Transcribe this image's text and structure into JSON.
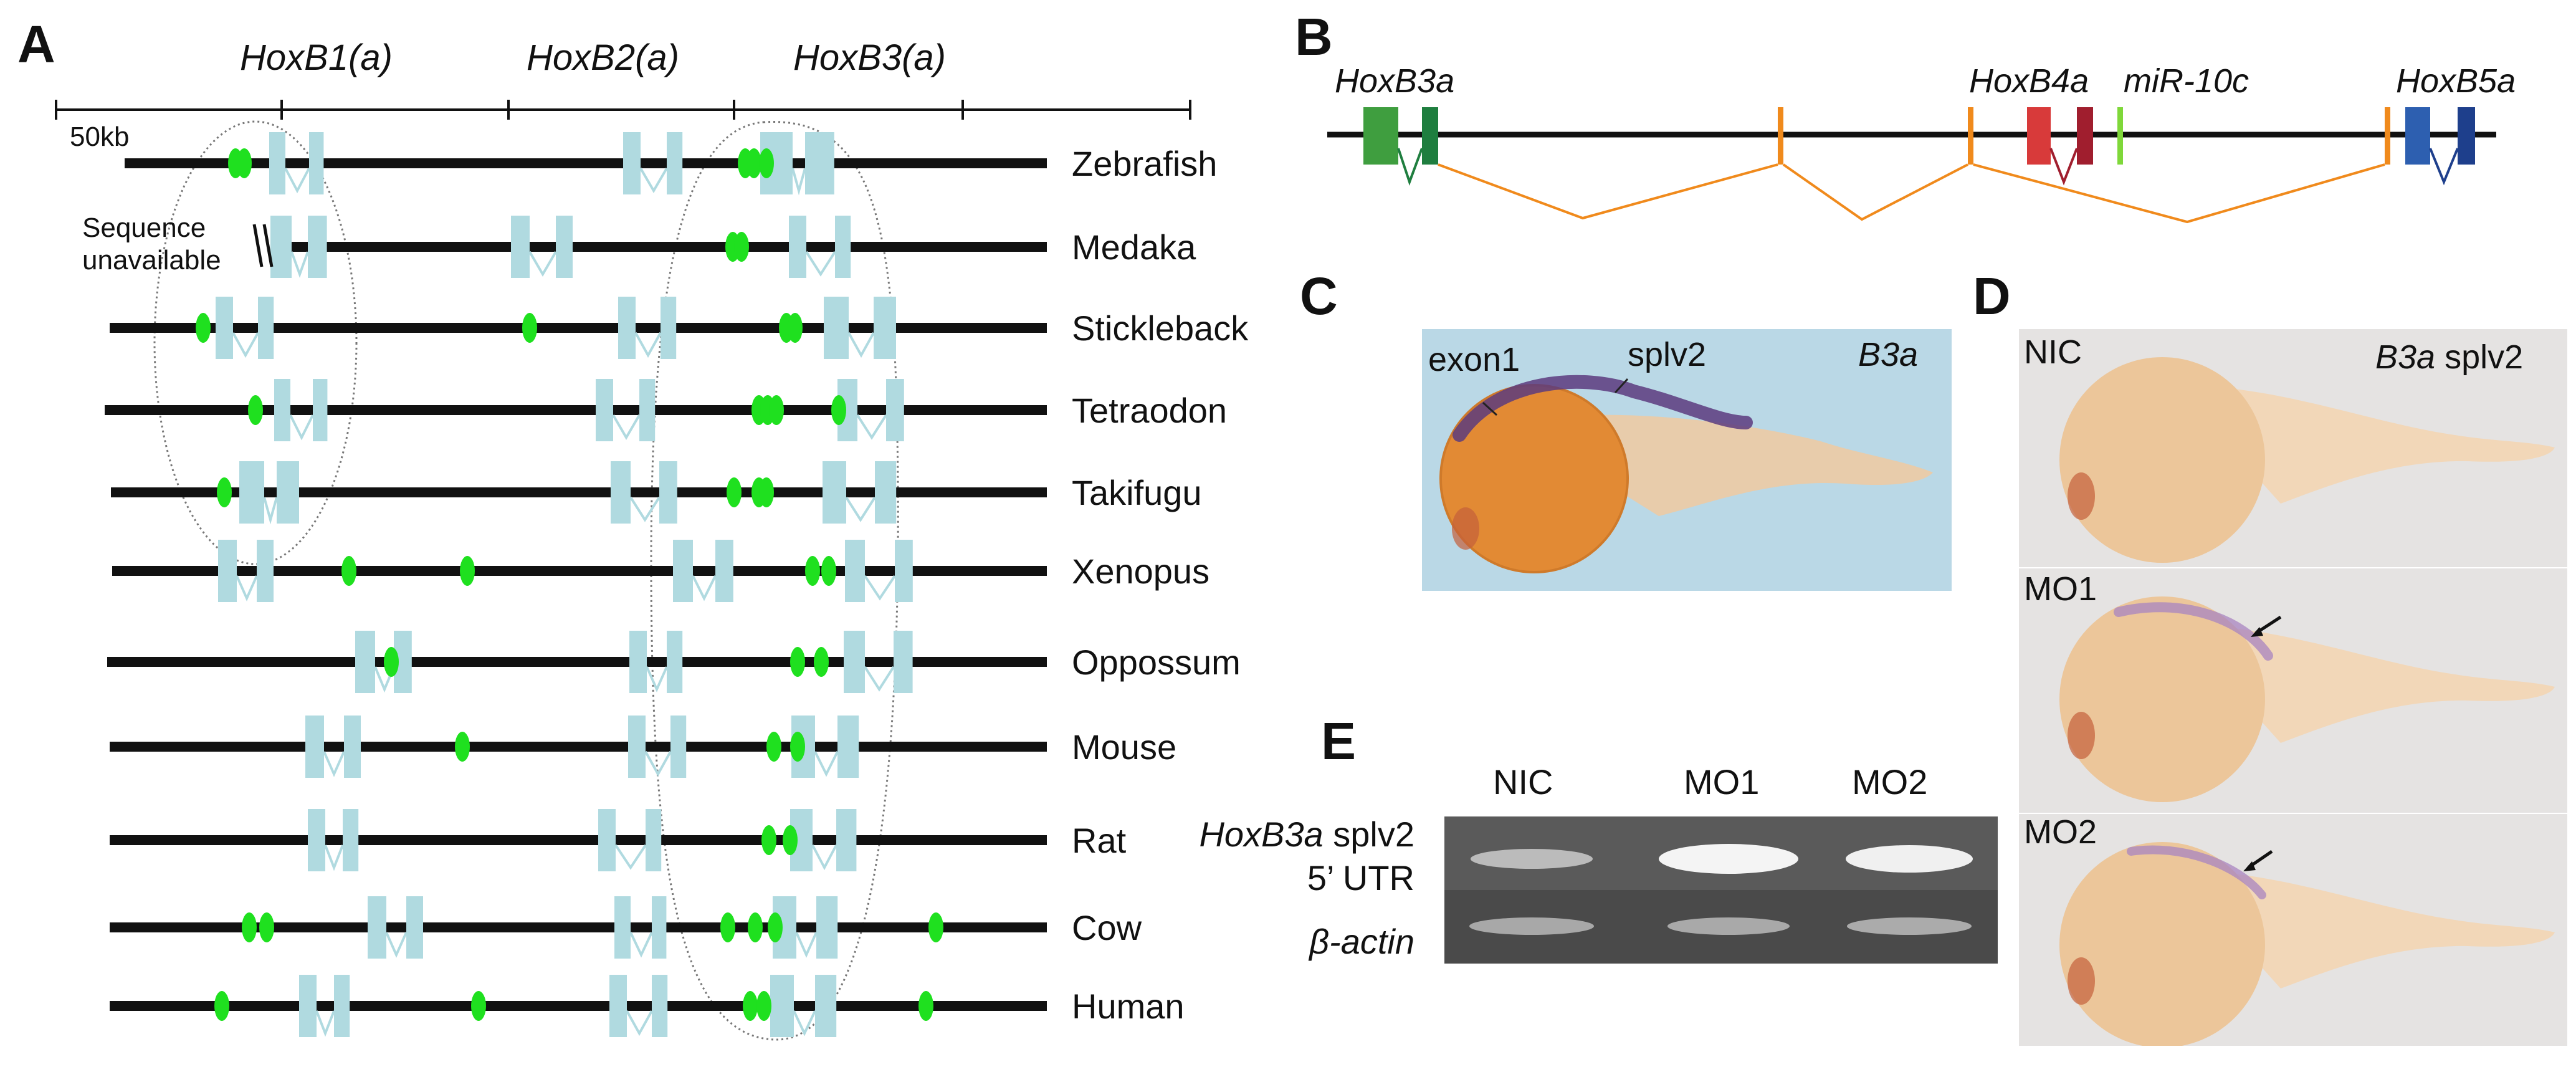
{
  "panels": {
    "A": {
      "letter": "A",
      "scale_label": "50kb",
      "gene_labels": [
        "HoxB1(a)",
        "HoxB2(a)",
        "HoxB3(a)"
      ],
      "note_line1": "Sequence",
      "note_line2": "unavailable",
      "species": [
        "Zebrafish",
        "Medaka",
        "Stickleback",
        "Tetraodon",
        "Takifugu",
        "Xenopus",
        "Oppossum",
        "Mouse",
        "Rat",
        "Cow",
        "Human"
      ]
    },
    "B": {
      "letter": "B",
      "gene_labels": [
        "HoxB3a",
        "HoxB4a",
        "miR-10c",
        "HoxB5a"
      ],
      "colors": {
        "hoxb3a": "#3f9e3f",
        "hoxb4a": "#d83a3a",
        "mir10c": "#7fd83a",
        "hoxb5a": "#2d5fb0",
        "splice": "#f08a1c"
      }
    },
    "C": {
      "letter": "C",
      "labels": {
        "exon": "exon1",
        "splv": "splv2",
        "probe": "B3a"
      }
    },
    "D": {
      "letter": "D",
      "probe_italic": "B3a",
      "probe_rest": " splv2",
      "rows": [
        "NIC",
        "MO1",
        "MO2"
      ]
    },
    "E": {
      "letter": "E",
      "lanes": [
        "NIC",
        "MO1",
        "MO2"
      ],
      "row1_gene": "HoxB3a",
      "row1_rest": " splv2",
      "row1_line2": "5’ UTR",
      "row2": "β-actin"
    }
  }
}
